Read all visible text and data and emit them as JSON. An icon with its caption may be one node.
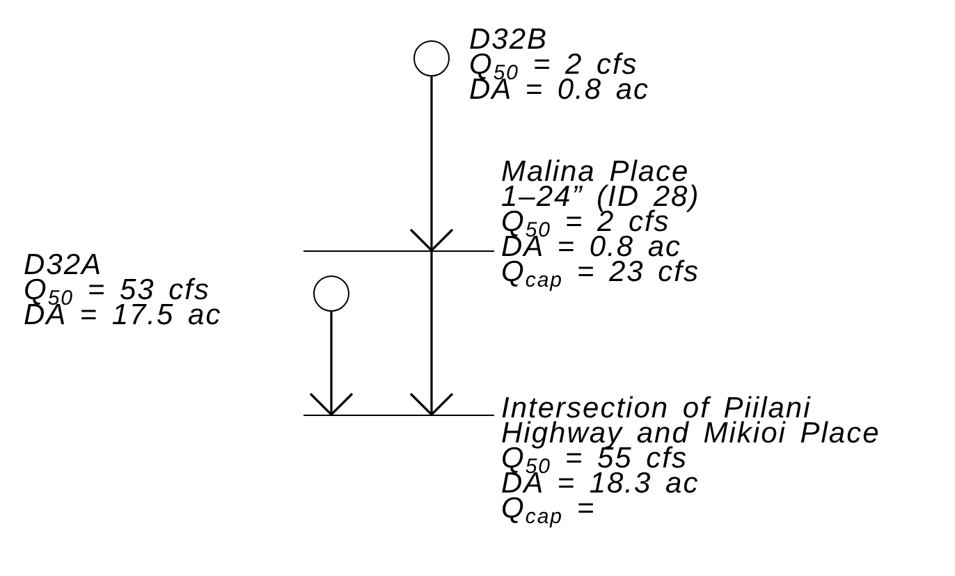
{
  "diagram": {
    "nodes": [
      {
        "text": [],
        "shape": "circle",
        "beside": [
          "D32B",
          "Q$_{50}$ = 2 cfs",
          "DA = 0.8 ac"
        ]
      },
      {
        "text": [],
        "shape": "bar",
        "beside": [
          "Malina Place",
          "1–24” (ID 28)",
          "Q$_{50}$ = 2 cfs",
          "DA = 0.8 ac",
          "Q$_{cap}$ = 23 cfs"
        ]
      },
      {
        "text": [],
        "shape": "circle",
        "beside": [
          "D32A",
          "Q$_{50}$ = 53 cfs",
          "DA = 17.5 ac"
        ]
      },
      {
        "text": [],
        "shape": "bar",
        "beside": [
          "Intersection of Piilani Highway and Mikioi Place",
          "Q$_{50}$ = 55 cfs",
          "DA = 18.3 ac",
          "Q$_{cap}$ ="
        ]
      }
    ],
    "edges": [
      {
        "from": 0,
        "to": 1,
        "arrow": "to"
      },
      {
        "from": 1,
        "to": 3,
        "arrow": "to"
      },
      {
        "from": 2,
        "to": 3,
        "arrow": "to"
      }
    ]
  }
}
